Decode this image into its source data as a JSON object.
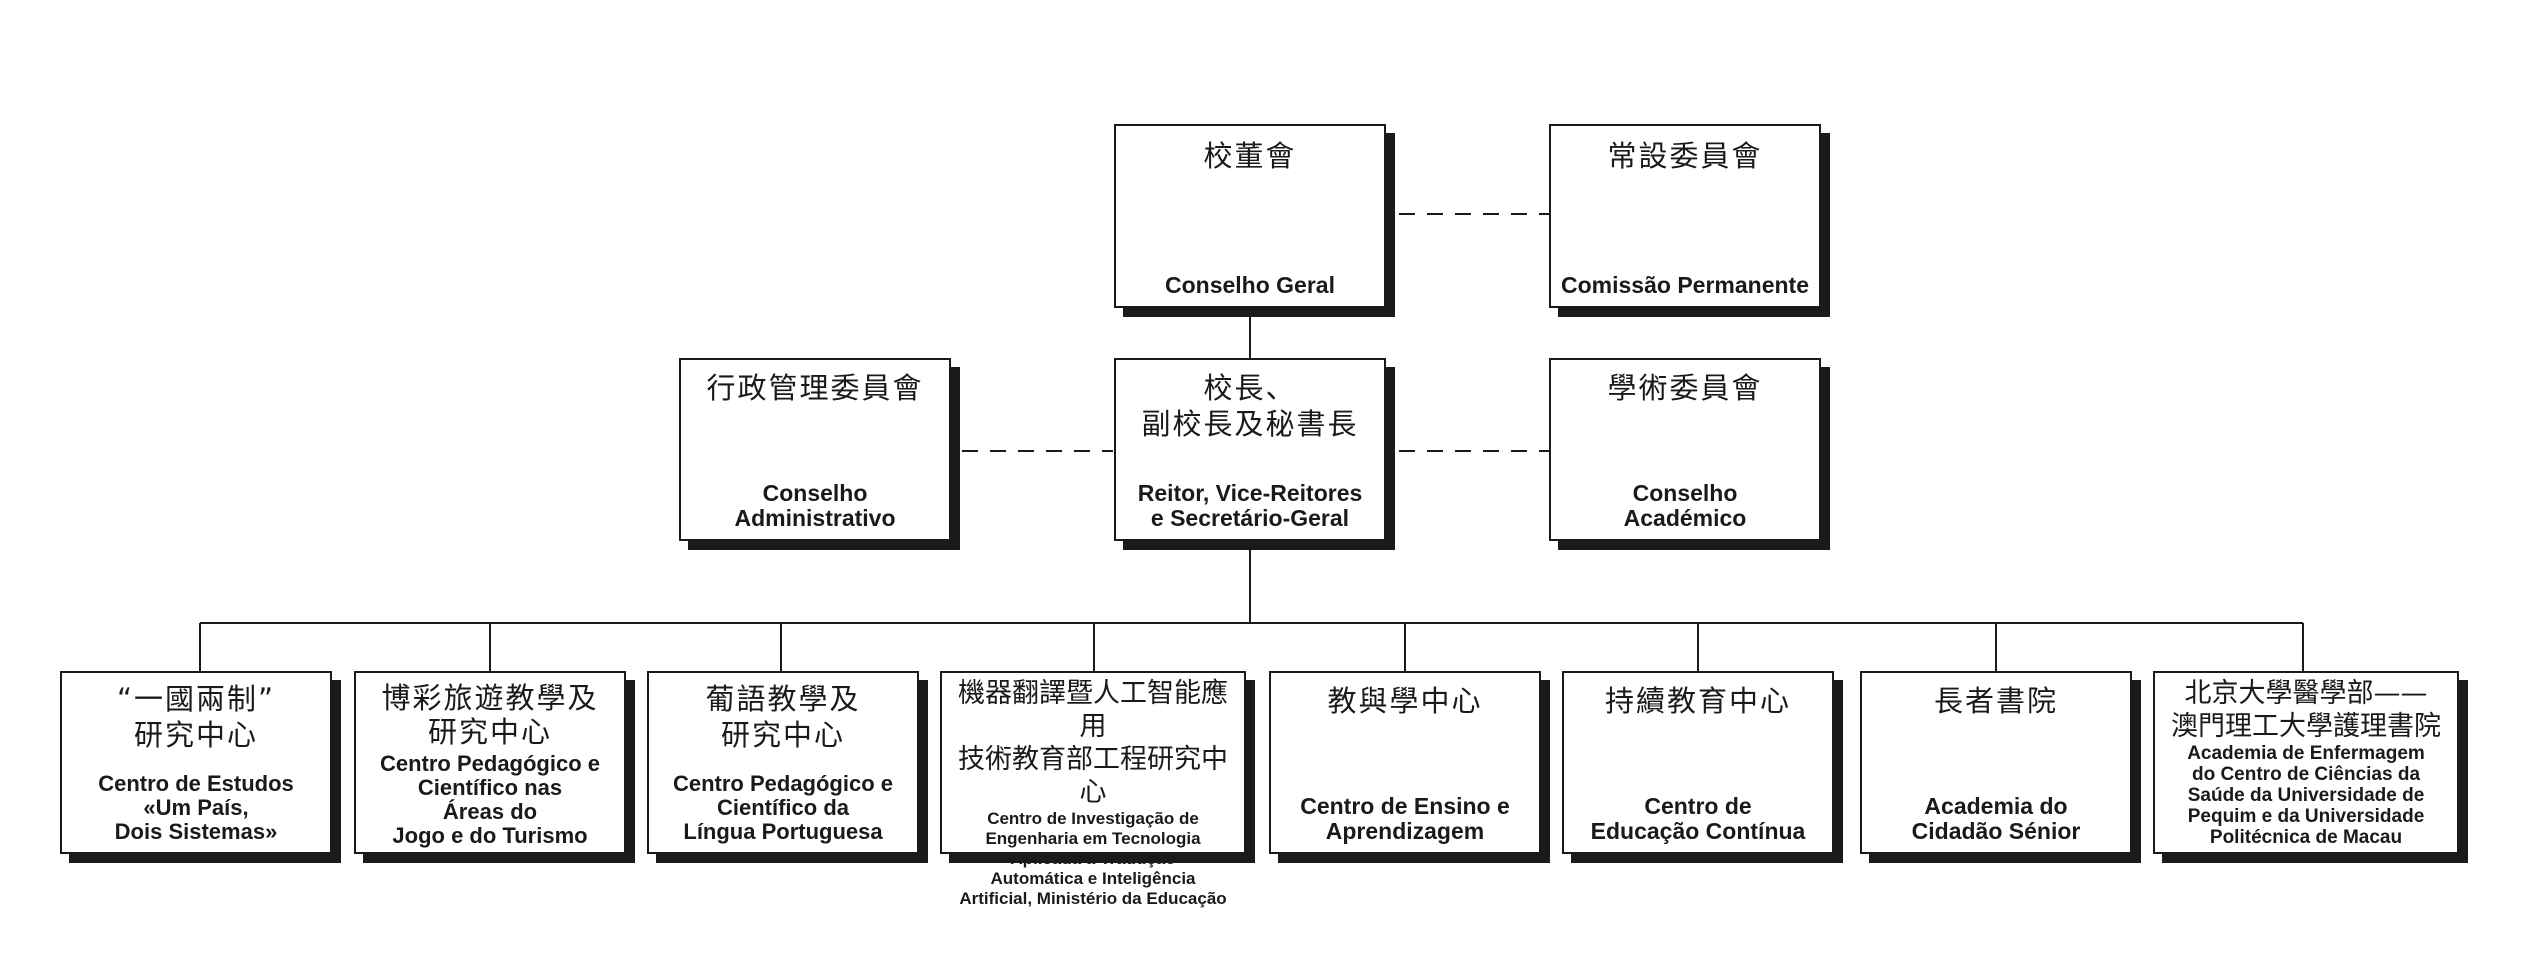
{
  "org_chart": {
    "top": {
      "conselho_geral": {
        "zh": "校董會",
        "pt": "Conselho Geral"
      },
      "comissao_permanente": {
        "zh": "常設委員會",
        "pt": "Comissão Permanente"
      }
    },
    "middle": {
      "conselho_administrativo": {
        "zh": "行政管理委員會",
        "pt": "Conselho\nAdministrativo"
      },
      "reitor": {
        "zh": "校長、\n副校長及秘書長",
        "pt": "Reitor, Vice-Reitores\ne Secretário-Geral"
      },
      "conselho_academico": {
        "zh": "學術委員會",
        "pt": "Conselho\nAcadémico"
      }
    },
    "centres": [
      {
        "zh": "“一國兩制”\n研究中心",
        "pt": "Centro de Estudos\n«Um País,\nDois Sistemas»"
      },
      {
        "zh": "博彩旅遊教學及\n研究中心",
        "pt": "Centro Pedagógico e\nCientífico nas\nÁreas do\nJogo e do Turismo"
      },
      {
        "zh": "葡語教學及\n研究中心",
        "pt": "Centro Pedagógico e\nCientífico da\nLíngua Portuguesa"
      },
      {
        "zh": "機器翻譯暨人工智能應用\n技術教育部工程研究中心",
        "pt": "Centro de Investigação de\nEngenharia em Tecnologia\nAplicada à Tradução\nAutomática e Inteligência\nArtificial, Ministério da Educação"
      },
      {
        "zh": "教與學中心",
        "pt": "Centro de Ensino e\nAprendizagem"
      },
      {
        "zh": "持續教育中心",
        "pt": "Centro de\nEducação Contínua"
      },
      {
        "zh": "長者書院",
        "pt": "Academia do\nCidadão Sénior"
      },
      {
        "zh": "北京大學醫學部——\n澳門理工大學護理書院",
        "pt": "Academia de Enfermagem\ndo Centro de Ciências da\nSaúde da Universidade de\nPequim e da Universidade\nPolitécnica de Macau"
      }
    ]
  }
}
